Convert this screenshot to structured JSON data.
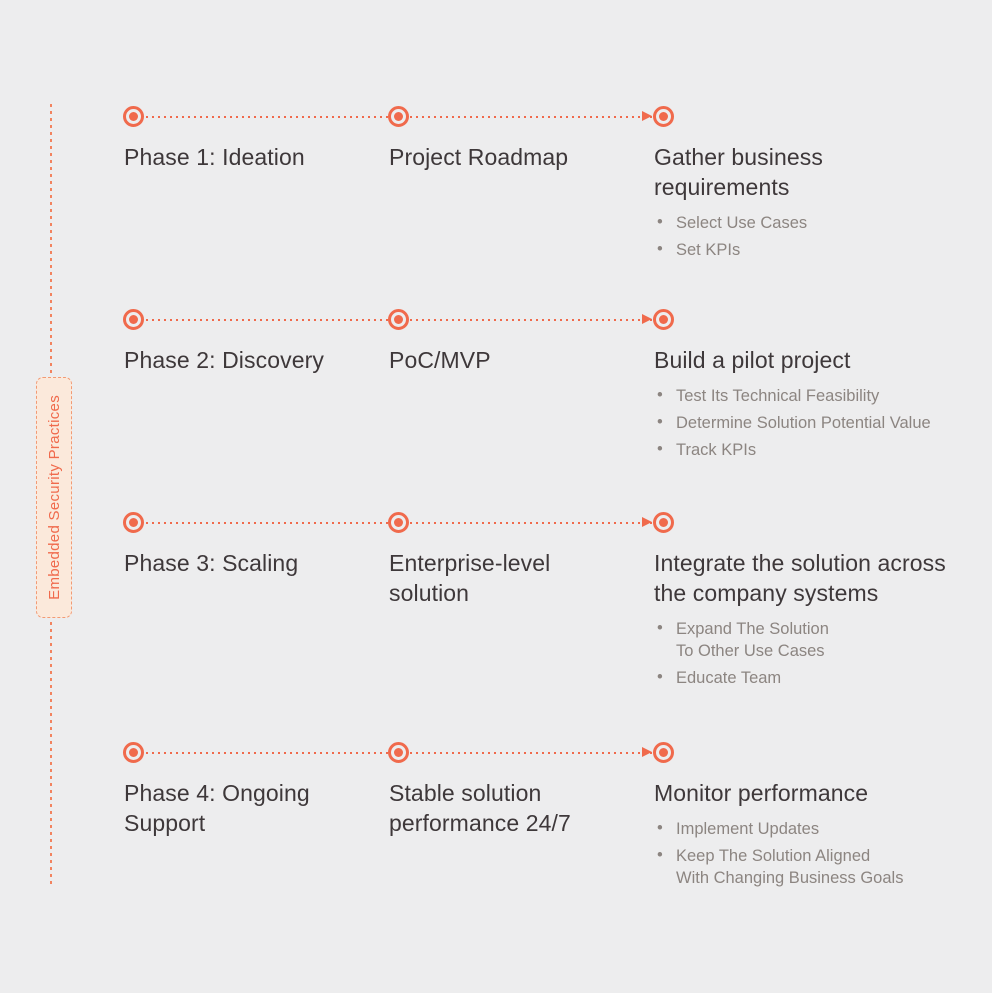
{
  "page": {
    "background_color": "#EDEDEE",
    "accent_color": "#F06A4C",
    "badge_fill_color": "#FBE9DB",
    "title_text_color": "#3E383A",
    "bullet_text_color": "#8C8581"
  },
  "side_label": {
    "text": "Embedded Security Practices"
  },
  "icons": {
    "milestone_marker": "ring-dot-icon",
    "connector": "dotted-arrow-line"
  },
  "phases": [
    {
      "phase": "Phase 1: Ideation",
      "milestone": "Project Roadmap",
      "outcome": "Gather business\nrequirements",
      "bullets": [
        "Select Use Cases",
        "Set KPIs"
      ]
    },
    {
      "phase": "Phase 2: Discovery",
      "milestone": "PoC/MVP",
      "outcome": "Build a pilot project",
      "bullets": [
        "Test Its Technical Feasibility",
        "Determine Solution Potential Value",
        "Track KPIs"
      ]
    },
    {
      "phase": "Phase 3: Scaling",
      "milestone": "Enterprise-level\nsolution",
      "outcome": "Integrate the solution across\nthe company systems",
      "bullets": [
        "Expand The Solution\nTo Other Use Cases",
        "Educate Team"
      ]
    },
    {
      "phase": "Phase 4: Ongoing\nSupport",
      "milestone": "Stable solution\nperformance 24/7",
      "outcome": "Monitor performance",
      "bullets": [
        "Implement Updates",
        "Keep The Solution Aligned\nWith Changing Business Goals"
      ]
    }
  ]
}
